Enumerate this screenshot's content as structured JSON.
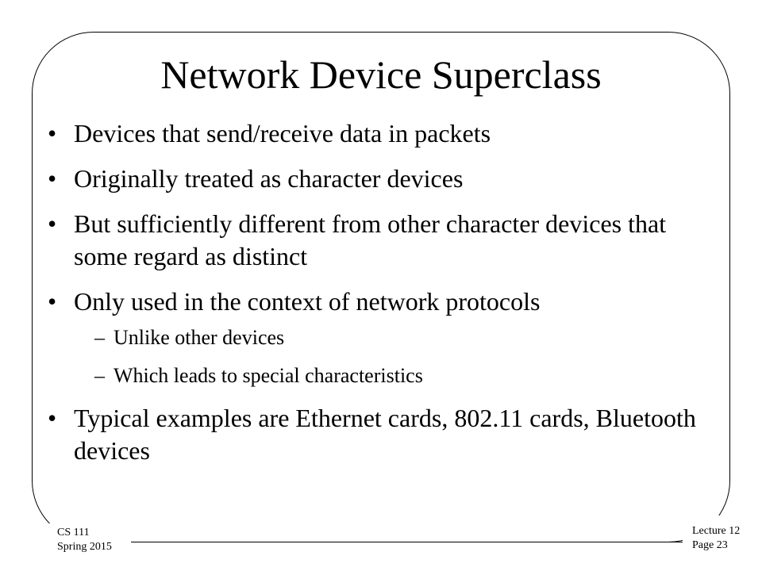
{
  "slide": {
    "title": "Network Device Superclass",
    "bullets": [
      {
        "text": "Devices that send/receive data in packets"
      },
      {
        "text": "Originally treated as character devices"
      },
      {
        "text": "But sufficiently different from other character devices that some regard as distinct"
      },
      {
        "text": "Only used in the context of network protocols"
      },
      {
        "text": "Typical examples are Ethernet cards, 802.11 cards, Bluetooth devices"
      }
    ],
    "sub_bullets": [
      {
        "text": "Unlike other devices"
      },
      {
        "text": "Which leads to special characteristics"
      }
    ],
    "bullet_symbol": "•",
    "sub_bullet_symbol": "–"
  },
  "footer": {
    "course": "CS 111",
    "term": "Spring 2015",
    "lecture": "Lecture 12",
    "page": "Page 23"
  }
}
